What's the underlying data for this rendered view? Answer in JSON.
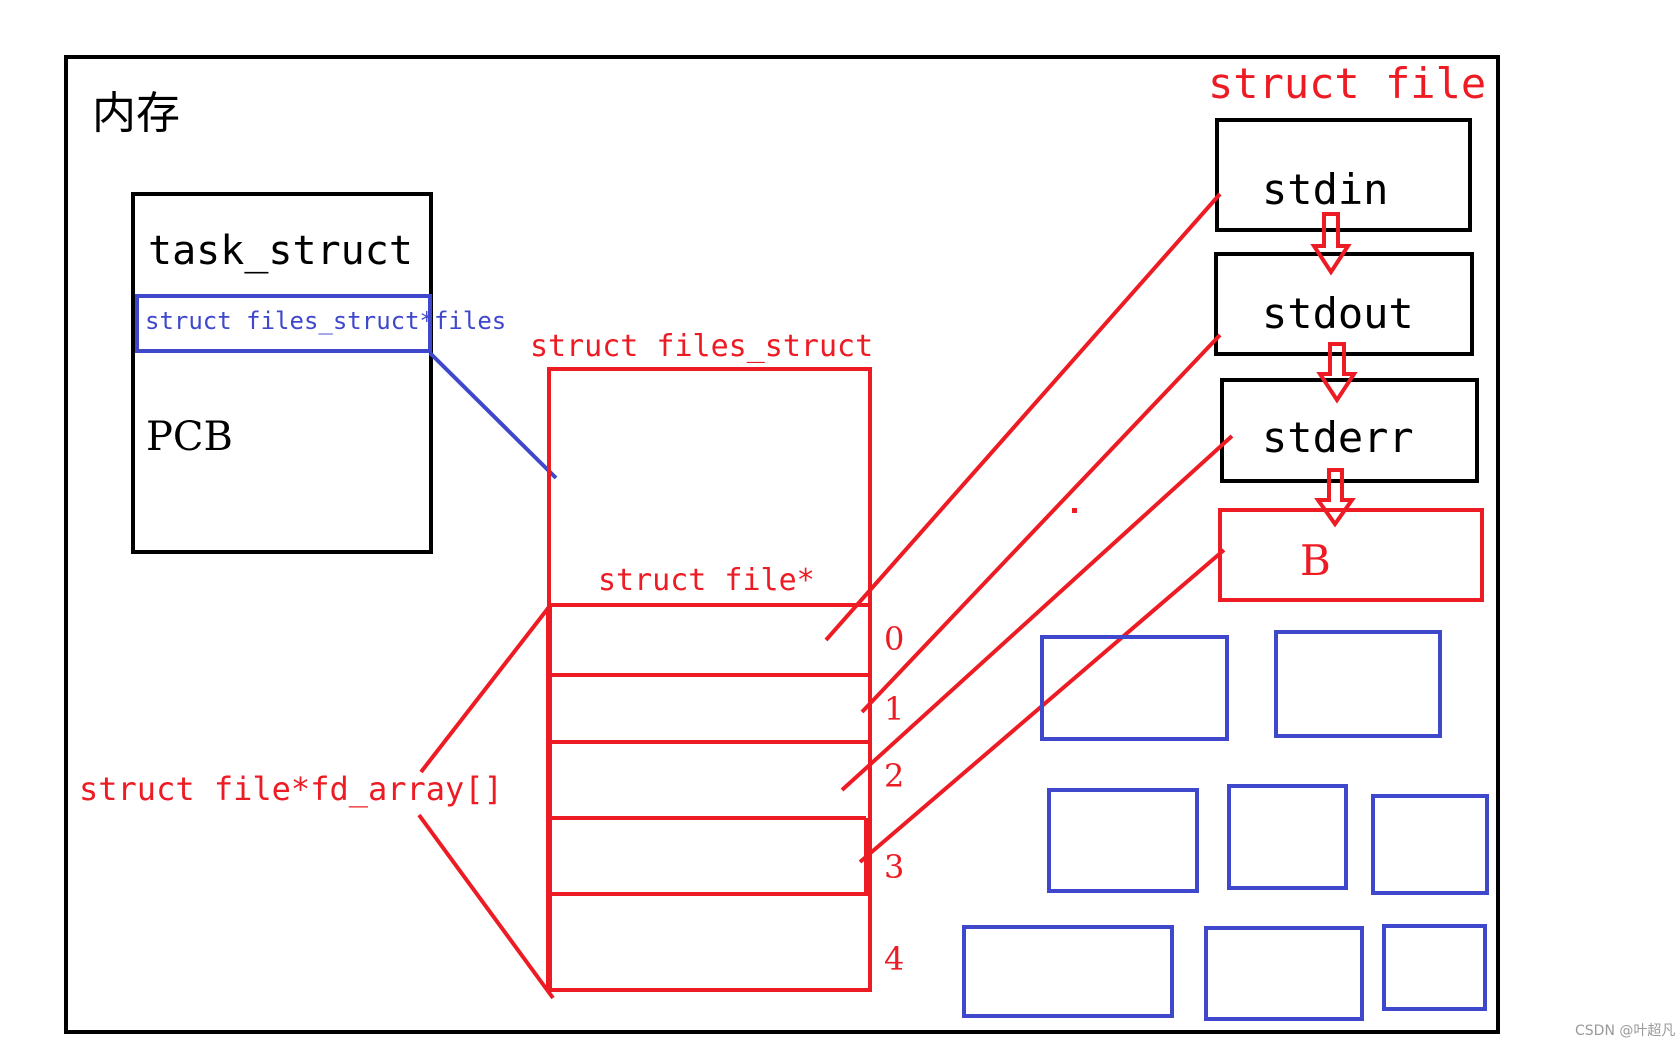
{
  "memory_label": "内存",
  "task_struct": {
    "title": "task_struct",
    "files_field": "struct files_struct*files",
    "pcb_label": "PCB"
  },
  "files_struct": {
    "title": "struct files_struct",
    "file_ptr_label": "struct file*",
    "fd_array_label": "struct file*fd_array[]",
    "indices": [
      "0",
      "1",
      "2",
      "3",
      "4"
    ]
  },
  "struct_file": {
    "title": "struct file",
    "entries": [
      "stdin",
      "stdout",
      "stderr",
      "B"
    ]
  },
  "watermark": "CSDN @叶超凡",
  "colors": {
    "red": "#ed1c24",
    "blue": "#3f48cc",
    "black": "#000000"
  }
}
